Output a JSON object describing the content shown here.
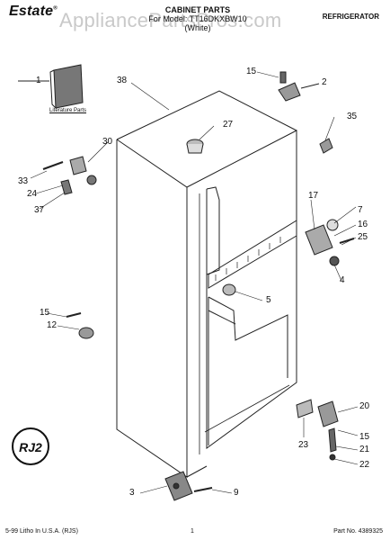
{
  "header": {
    "brand": "Estate",
    "watermark": "AppliancePartsPros.com",
    "title_line1": "CABINET PARTS",
    "title_line2": "For Model: TT16DKXBW10",
    "title_line3": "(White)",
    "doc_type": "REFRIGERATOR"
  },
  "literature_label": "Literature Parts",
  "callouts": [
    "1",
    "38",
    "15",
    "2",
    "35",
    "27",
    "30",
    "33",
    "24",
    "37",
    "17",
    "7",
    "16",
    "25",
    "4",
    "5",
    "15",
    "12",
    "20",
    "15",
    "21",
    "22",
    "23",
    "3",
    "9"
  ],
  "footer": {
    "left": "5-99 Litho In U.S.A. (RJS)",
    "center": "1",
    "right": "Part No. 4389325"
  },
  "logo_text": "RJ2"
}
